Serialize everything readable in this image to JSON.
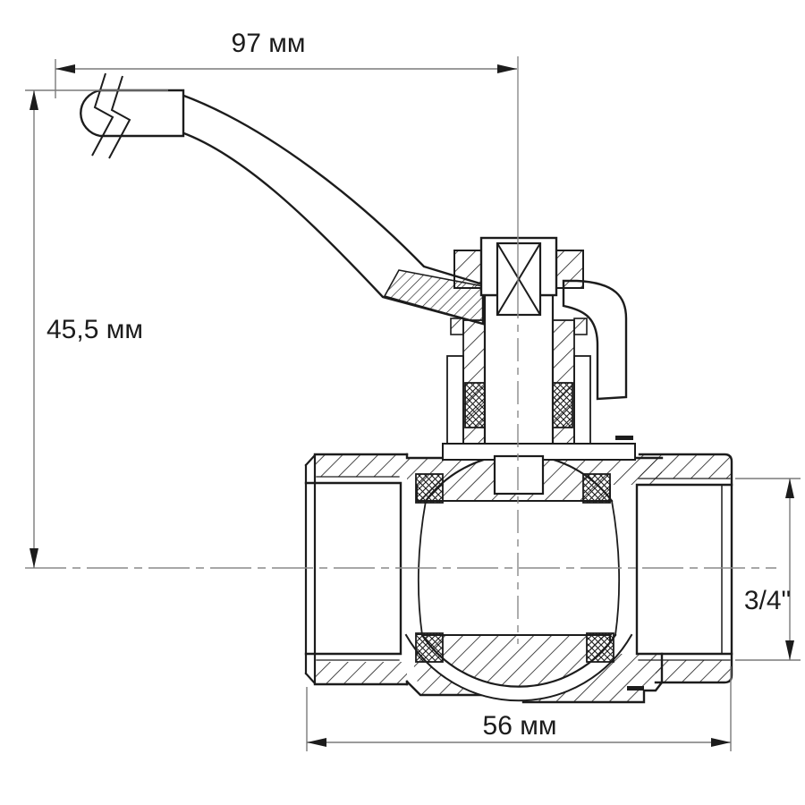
{
  "drawing": {
    "dimensions": {
      "top_width": "97 мм",
      "left_height": "45,5 мм",
      "right_thread": "3/4\"",
      "bottom_length": "56 мм"
    },
    "colors": {
      "outline": "#1c1c1c",
      "dimension_line": "#7a7a7a",
      "centerline": "#8a8a8a",
      "background": "#ffffff"
    }
  }
}
